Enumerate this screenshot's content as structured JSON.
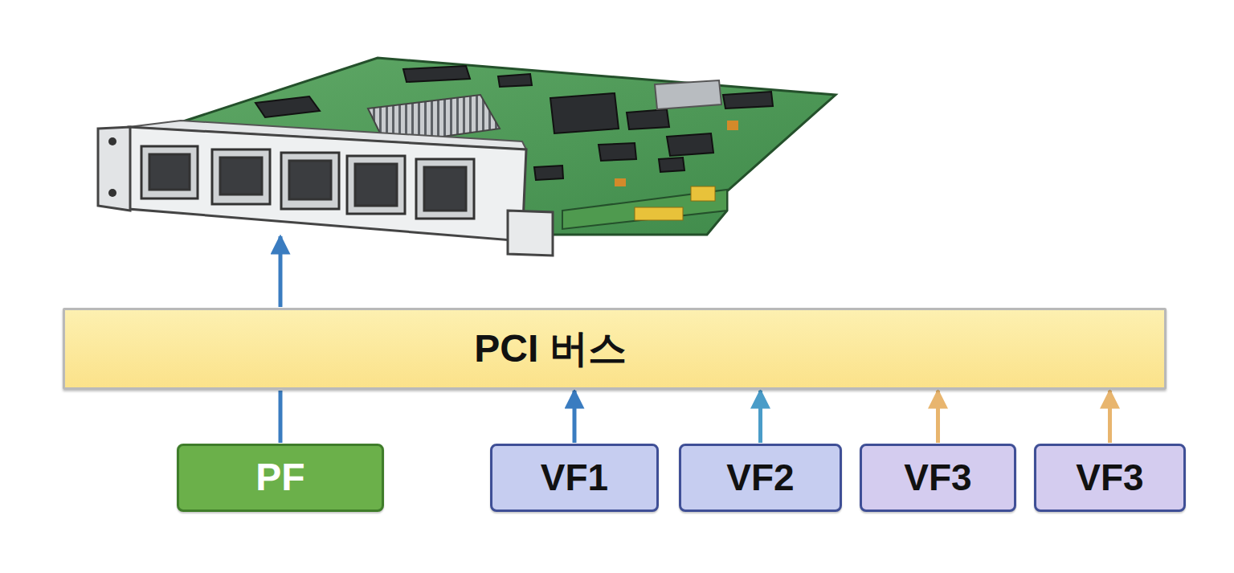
{
  "diagram": {
    "nodes": [
      {
        "text": [
          "PCI 버스"
        ]
      },
      {
        "text": [
          "PF"
        ]
      },
      {
        "text": [
          "VF1"
        ]
      },
      {
        "text": [
          "VF2"
        ]
      },
      {
        "text": [
          "VF3"
        ]
      },
      {
        "text": [
          "VF3"
        ]
      }
    ],
    "edges": [
      {
        "from": 1,
        "to": 0,
        "arrow": "none"
      },
      {
        "from": 2,
        "to": 0,
        "arrow": "to"
      },
      {
        "from": 3,
        "to": 0,
        "arrow": "to"
      },
      {
        "from": 4,
        "to": 0,
        "arrow": "to"
      },
      {
        "from": 5,
        "to": 0,
        "arrow": "to"
      }
    ]
  }
}
